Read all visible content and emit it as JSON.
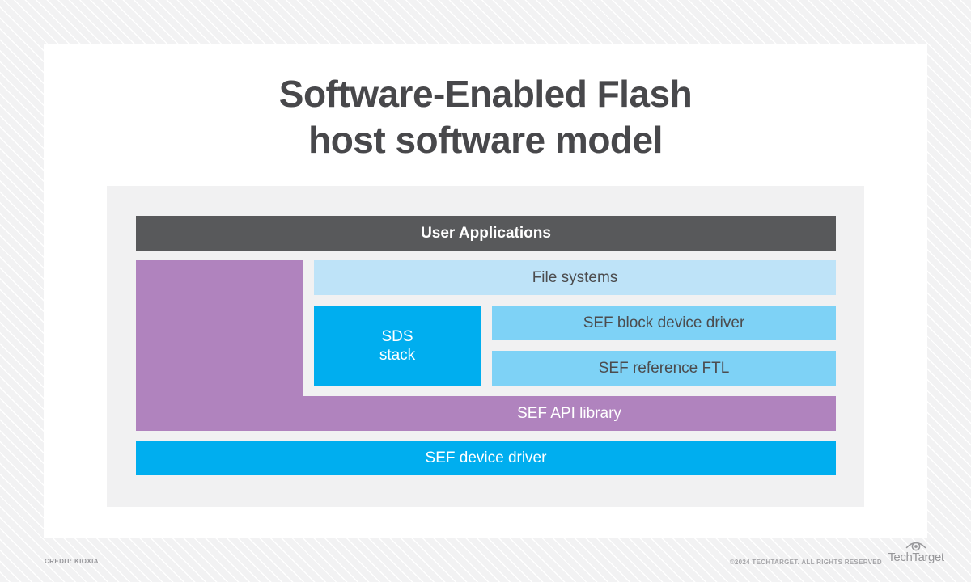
{
  "title": {
    "line1": "Software-Enabled Flash",
    "line2": "host software model"
  },
  "diagram": {
    "user_applications": "User Applications",
    "file_systems": "File systems",
    "sds_stack": "SDS\nstack",
    "sef_block_device_driver": "SEF block device driver",
    "sef_reference_ftl": "SEF reference FTL",
    "sef_api_library": "SEF API library",
    "sef_device_driver": "SEF device driver"
  },
  "footer": {
    "credit": "CREDIT: KIOXIA",
    "copyright": "©2024 TECHTARGET. ALL RIGHTS RESERVED",
    "brand_name": "TechTarget"
  },
  "colors": {
    "page_stripe_gray": "#f2f2f3",
    "card_background": "#ffffff",
    "panel_background": "#f1f1f2",
    "dark_gray_bar": "#58595b",
    "purple": "#b083be",
    "pale_blue": "#bee3f8",
    "sky_blue": "#7ed2f6",
    "bright_blue": "#00aeef",
    "title_text": "#48484b",
    "dark_label_text": "#4c4c4e",
    "footer_gray": "#a6a6a9",
    "logo_gray": "#97979a"
  }
}
